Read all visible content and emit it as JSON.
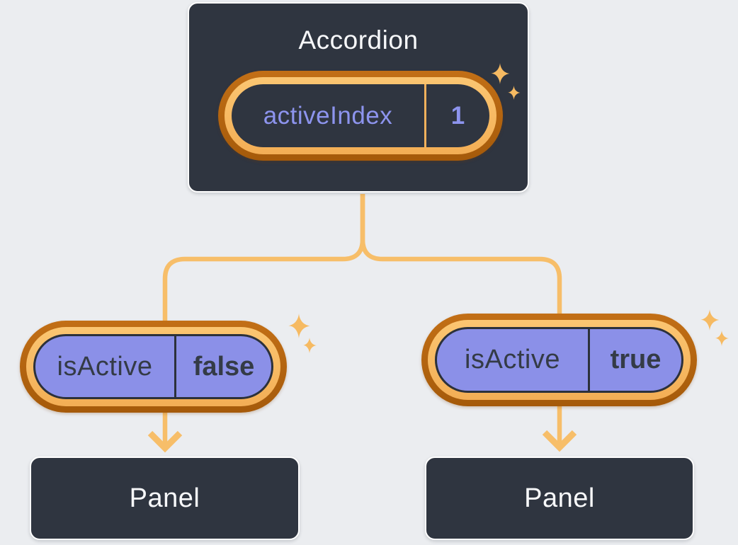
{
  "diagram": {
    "root": {
      "label": "Accordion",
      "state": {
        "name": "activeIndex",
        "value": "1"
      }
    },
    "children": [
      {
        "prop": {
          "name": "isActive",
          "value": "false"
        },
        "panel_label": "Panel"
      },
      {
        "prop": {
          "name": "isActive",
          "value": "true"
        },
        "panel_label": "Panel"
      }
    ],
    "icons": {
      "sparkle": "sparkle-icon"
    },
    "colors": {
      "background": "#ebedf0",
      "box_fill": "#2f3540",
      "box_border": "#ffffff",
      "box_text": "#f7f8fa",
      "pill_purple": "#8b90e8",
      "pill_dark_text": "#343b46",
      "purple_text": "#8d94ee",
      "ring_dark_orange": "#b7650f",
      "ring_light_orange": "#f9bc64",
      "connector_orange": "#f7be69",
      "sparkle_orange": "#f6ba62"
    }
  }
}
